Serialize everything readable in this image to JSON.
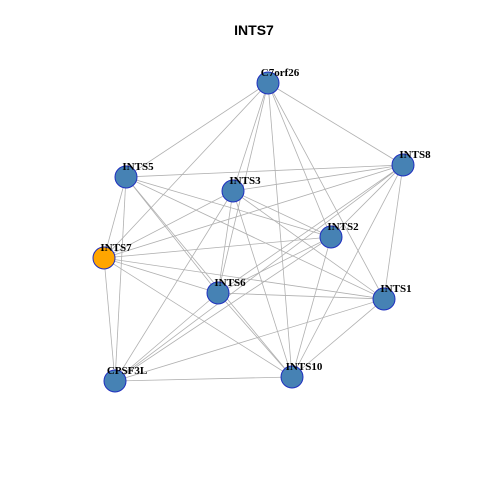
{
  "title": "INTS7",
  "colors": {
    "default_node": "#4682b4",
    "highlight_node": "#ffa500",
    "node_border": "#1f2fbf",
    "edge": "#b0b0b0"
  },
  "nodes": [
    {
      "id": "C7orf26",
      "label": "C7orf26",
      "highlight": false
    },
    {
      "id": "INTS8",
      "label": "INTS8",
      "highlight": false
    },
    {
      "id": "INTS5",
      "label": "INTS5",
      "highlight": false
    },
    {
      "id": "INTS3",
      "label": "INTS3",
      "highlight": false
    },
    {
      "id": "INTS2",
      "label": "INTS2",
      "highlight": false
    },
    {
      "id": "INTS7",
      "label": "INTS7",
      "highlight": true
    },
    {
      "id": "INTS6",
      "label": "INTS6",
      "highlight": false
    },
    {
      "id": "INTS1",
      "label": "INTS1",
      "highlight": false
    },
    {
      "id": "CPSF3L",
      "label": "CPSF3L",
      "highlight": false
    },
    {
      "id": "INTS10",
      "label": "INTS10",
      "highlight": false
    }
  ],
  "edges": [
    [
      "C7orf26",
      "INTS8"
    ],
    [
      "C7orf26",
      "INTS5"
    ],
    [
      "C7orf26",
      "INTS3"
    ],
    [
      "C7orf26",
      "INTS7"
    ],
    [
      "C7orf26",
      "INTS6"
    ],
    [
      "C7orf26",
      "INTS1"
    ],
    [
      "C7orf26",
      "INTS10"
    ],
    [
      "C7orf26",
      "INTS2"
    ],
    [
      "INTS8",
      "INTS5"
    ],
    [
      "INTS8",
      "INTS3"
    ],
    [
      "INTS8",
      "INTS7"
    ],
    [
      "INTS8",
      "INTS6"
    ],
    [
      "INTS8",
      "INTS1"
    ],
    [
      "INTS8",
      "CPSF3L"
    ],
    [
      "INTS8",
      "INTS10"
    ],
    [
      "INTS8",
      "INTS2"
    ],
    [
      "INTS5",
      "INTS7"
    ],
    [
      "INTS5",
      "INTS6"
    ],
    [
      "INTS5",
      "INTS10"
    ],
    [
      "INTS5",
      "INTS1"
    ],
    [
      "INTS5",
      "CPSF3L"
    ],
    [
      "INTS5",
      "INTS2"
    ],
    [
      "INTS3",
      "INTS7"
    ],
    [
      "INTS3",
      "INTS6"
    ],
    [
      "INTS3",
      "INTS1"
    ],
    [
      "INTS3",
      "INTS10"
    ],
    [
      "INTS3",
      "CPSF3L"
    ],
    [
      "INTS3",
      "INTS2"
    ],
    [
      "INTS2",
      "INTS7"
    ],
    [
      "INTS2",
      "INTS6"
    ],
    [
      "INTS2",
      "INTS10"
    ],
    [
      "INTS2",
      "CPSF3L"
    ],
    [
      "INTS7",
      "INTS6"
    ],
    [
      "INTS7",
      "INTS1"
    ],
    [
      "INTS7",
      "CPSF3L"
    ],
    [
      "INTS7",
      "INTS10"
    ],
    [
      "INTS6",
      "INTS1"
    ],
    [
      "INTS6",
      "INTS10"
    ],
    [
      "INTS6",
      "CPSF3L"
    ],
    [
      "INTS1",
      "CPSF3L"
    ],
    [
      "INTS1",
      "INTS10"
    ],
    [
      "CPSF3L",
      "INTS10"
    ]
  ]
}
